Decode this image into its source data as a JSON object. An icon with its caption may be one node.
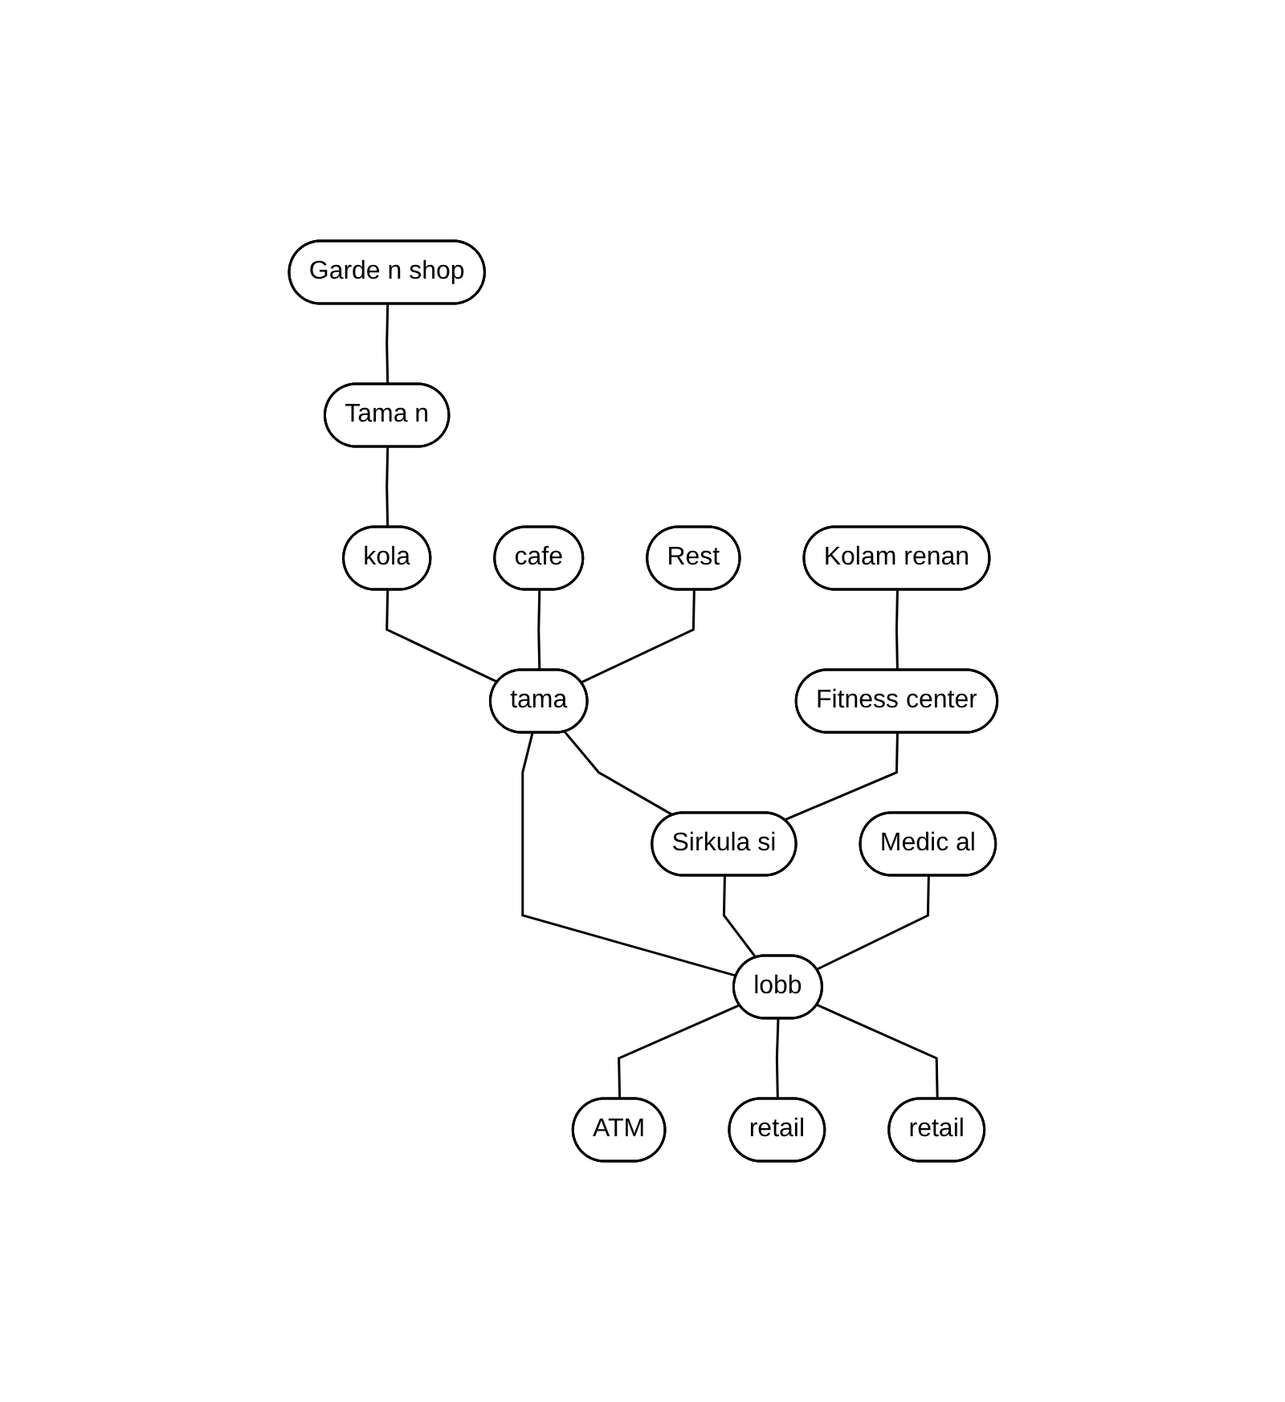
{
  "diagram": {
    "nodes": [
      {
        "text": [
          "Garde n shop"
        ]
      },
      {
        "text": [
          "Tama n"
        ]
      },
      {
        "text": [
          "Kolam renan"
        ]
      },
      {
        "text": [
          "kola"
        ]
      },
      {
        "text": [
          "cafe"
        ]
      },
      {
        "text": [
          "Rest"
        ]
      },
      {
        "text": [
          "Fitness center"
        ]
      },
      {
        "text": [
          "tama"
        ]
      },
      {
        "text": [
          "Sirkula si"
        ]
      },
      {
        "text": [
          "ATM"
        ]
      },
      {
        "text": [
          "Medic al"
        ]
      },
      {
        "text": [
          "lobb"
        ]
      },
      {
        "text": [
          "retail"
        ]
      },
      {
        "text": [
          "retail"
        ]
      }
    ],
    "edges": [
      {
        "from": 0,
        "to": 1,
        "arrow": "none"
      },
      {
        "from": 1,
        "to": 3,
        "arrow": "none"
      },
      {
        "from": 2,
        "to": 6,
        "arrow": "none"
      },
      {
        "from": 3,
        "to": 7,
        "arrow": "none"
      },
      {
        "from": 4,
        "to": 7,
        "arrow": "none"
      },
      {
        "from": 5,
        "to": 7,
        "arrow": "none"
      },
      {
        "from": 7,
        "to": 8,
        "arrow": "none"
      },
      {
        "from": 7,
        "to": 11,
        "arrow": "none"
      },
      {
        "from": 6,
        "to": 8,
        "arrow": "none"
      },
      {
        "from": 8,
        "to": 11,
        "arrow": "none"
      },
      {
        "from": 11,
        "to": 9,
        "arrow": "none"
      },
      {
        "from": 10,
        "to": 11,
        "arrow": "none"
      },
      {
        "from": 11,
        "to": 12,
        "arrow": "none"
      },
      {
        "from": 11,
        "to": 13,
        "arrow": "none"
      }
    ]
  }
}
